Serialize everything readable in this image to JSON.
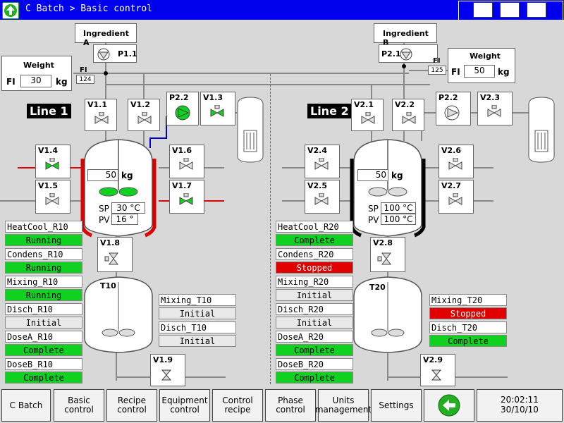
{
  "header": {
    "breadcrumb": "C Batch > Basic control"
  },
  "line1": {
    "label": "Line 1",
    "ingredient": "Ingredient A",
    "pump": "P1.1",
    "weight": {
      "title": "Weight",
      "prefix": "FI",
      "value": "30",
      "unit": "kg"
    },
    "flow": {
      "label": "FI",
      "value": "124"
    },
    "valves": {
      "v11": "V1.1",
      "v12": "V1.2",
      "p22": "P2.2",
      "v13": "V1.3",
      "v14": "V1.4",
      "v15": "V1.5",
      "v16": "V1.6",
      "v17": "V1.7",
      "v18": "V1.8",
      "v19": "V1.9"
    },
    "reactor_weight": {
      "value": "50",
      "unit": "kg"
    },
    "sp": {
      "label": "SP",
      "value": "30",
      "unit": "°C"
    },
    "pv": {
      "label": "PV",
      "value": "16",
      "unit": "°"
    },
    "tank": "T10",
    "status": [
      {
        "name": "HeatCool_R10",
        "state": "Running",
        "kind": "run"
      },
      {
        "name": "Condens_R10",
        "state": "Running",
        "kind": "run"
      },
      {
        "name": "Mixing_R10",
        "state": "Running",
        "kind": "run"
      },
      {
        "name": "Disch_R10",
        "state": "Initial",
        "kind": "init"
      },
      {
        "name": "DoseA_R10",
        "state": "Complete",
        "kind": "comp"
      },
      {
        "name": "DoseB_R10",
        "state": "Complete",
        "kind": "comp"
      }
    ],
    "tank_status": [
      {
        "name": "Mixing_T10",
        "state": "Initial",
        "kind": "init"
      },
      {
        "name": "Disch_T10",
        "state": "Initial",
        "kind": "init"
      }
    ]
  },
  "line2": {
    "label": "Line 2",
    "ingredient": "Ingredient B",
    "pump": "P2.1",
    "weight": {
      "title": "Weight",
      "prefix": "FI",
      "value": "50",
      "unit": "kg"
    },
    "flow": {
      "label": "FI",
      "value": "125"
    },
    "valves": {
      "v21": "V2.1",
      "v22": "V2.2",
      "p22": "P2.2",
      "v23": "V2.3",
      "v24": "V2.4",
      "v25": "V2.5",
      "v26": "V2.6",
      "v27": "V2.7",
      "v28": "V2.8",
      "v29": "V2.9"
    },
    "reactor_weight": {
      "value": "50",
      "unit": "kg"
    },
    "sp": {
      "label": "SP",
      "value": "100",
      "unit": "°C"
    },
    "pv": {
      "label": "PV",
      "value": "100",
      "unit": "°C"
    },
    "tank": "T20",
    "status": [
      {
        "name": "HeatCool_R20",
        "state": "Complete",
        "kind": "comp"
      },
      {
        "name": "Condens_R20",
        "state": "Stopped",
        "kind": "stop"
      },
      {
        "name": "Mixing_R20",
        "state": "Initial",
        "kind": "init"
      },
      {
        "name": "Disch_R20",
        "state": "Initial",
        "kind": "init"
      },
      {
        "name": "DoseA_R20",
        "state": "Complete",
        "kind": "comp"
      },
      {
        "name": "DoseB_R20",
        "state": "Complete",
        "kind": "comp"
      }
    ],
    "tank_status": [
      {
        "name": "Mixing_T20",
        "state": "Stopped",
        "kind": "stop"
      },
      {
        "name": "Disch_T20",
        "state": "Complete",
        "kind": "comp"
      }
    ]
  },
  "nav": {
    "cbatch": "C Batch",
    "basic_l1": "Basic",
    "basic_l2": "control",
    "recipe_l1": "Recipe",
    "recipe_l2": "control",
    "equip_l1": "Equipment",
    "equip_l2": "control",
    "ctrlrec_l1": "Control",
    "ctrlrec_l2": "recipe",
    "phase_l1": "Phase",
    "phase_l2": "control",
    "units_l1": "Units",
    "units_l2": "management",
    "settings": "Settings",
    "time": "20:02:11",
    "date": "30/10/10"
  },
  "colors": {
    "title_bar": "#0000ee",
    "running": "#10d020",
    "stopped": "#e00000",
    "heating": "#dd0000",
    "cooling_line": "#0000cc"
  }
}
